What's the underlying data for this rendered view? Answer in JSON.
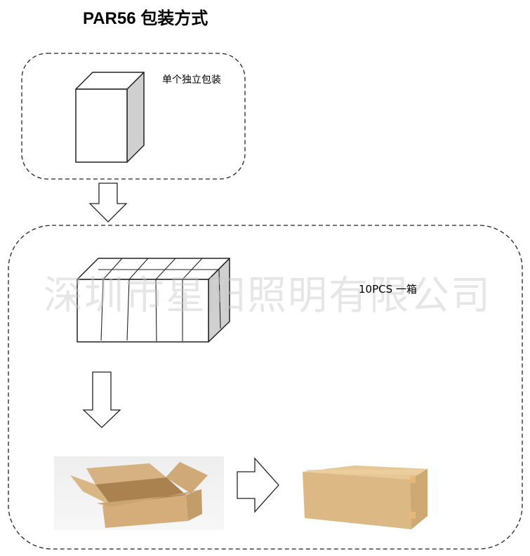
{
  "title": "PAR56 包装方式",
  "stages": {
    "single": {
      "label": "单个独立包装"
    },
    "carton_inner": {
      "label": "10PCS 一箱"
    }
  },
  "watermark": "深圳市星阳照明有限公司",
  "colors": {
    "stroke": "#222222",
    "side_fill": "#d0d0d0",
    "cardboard": "#d9b57e",
    "cardboard_dark": "#c49a62",
    "watermark": "#c8c8c8"
  }
}
